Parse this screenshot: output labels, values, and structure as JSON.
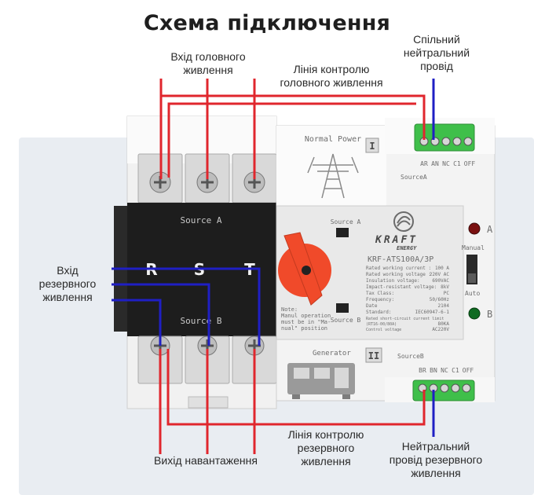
{
  "title": "Схема підключення",
  "labels": {
    "main_input": [
      "Вхід головного",
      "живлення"
    ],
    "main_control": [
      "Лінія контролю",
      "головного живлення"
    ],
    "common_neutral": [
      "Спільний",
      "нейтральний",
      "провід"
    ],
    "reserve_input": [
      "Вхід",
      "резервного",
      "живлення"
    ],
    "reserve_control": [
      "Лінія контролю",
      "резервного",
      "живлення"
    ],
    "load_output": [
      "Вихід навантаження"
    ],
    "reserve_neutral": [
      "Нейтральний",
      "провід резервного",
      "живлення"
    ]
  },
  "device": {
    "normal_power": "Normal Power",
    "roman_one": "I",
    "roman_two": "II",
    "source_a_top": "SourceA",
    "source_a_panel": "Source A",
    "source_b_panel": "Source B",
    "source_b_bottom": "SourceB",
    "terminal_top": [
      "AR",
      "AN",
      "NC",
      "C1",
      "OFF"
    ],
    "terminal_bottom": [
      "BR",
      "BN",
      "NC",
      "C1",
      "OFF"
    ],
    "phases": [
      "R",
      "S",
      "T"
    ],
    "switch_source_a": "Source A",
    "switch_source_b": "Source B",
    "brand": "KRAFT",
    "brand_sub": "ENERGY",
    "model": "KRF-ATS100A/3P",
    "specs": [
      [
        "Rated working current :",
        "100 A"
      ],
      [
        "Rated working voltage :",
        "220V AC"
      ],
      [
        "Insulation voltage:",
        "690VAC"
      ],
      [
        "Impact-resistant voltage:",
        "8kV"
      ],
      [
        "Tax Class:",
        "PC"
      ],
      [
        "Frequency:",
        "50/60Hz"
      ],
      [
        "Date",
        "2104"
      ],
      [
        "Standard:",
        "IEC60947-6-1"
      ]
    ],
    "specs_extra": [
      "Rated short-circuit current limit",
      "(RT16-00/80A)",
      "Control voltage"
    ],
    "specs_extra_values": [
      "80KA",
      "AC220V"
    ],
    "note": [
      "Note:",
      "Manul operation",
      "must be in \"Ma-",
      "nual\" position"
    ],
    "generator": "Generator",
    "indicator_a": "A",
    "indicator_b": "B",
    "mode_manual": "Manual",
    "mode_auto": "Auto"
  },
  "colors": {
    "wire_red": "#e0262d",
    "wire_blue": "#1f1fc4",
    "terminal_green": "#3fbf4a",
    "handle_orange": "#f04a2a"
  }
}
